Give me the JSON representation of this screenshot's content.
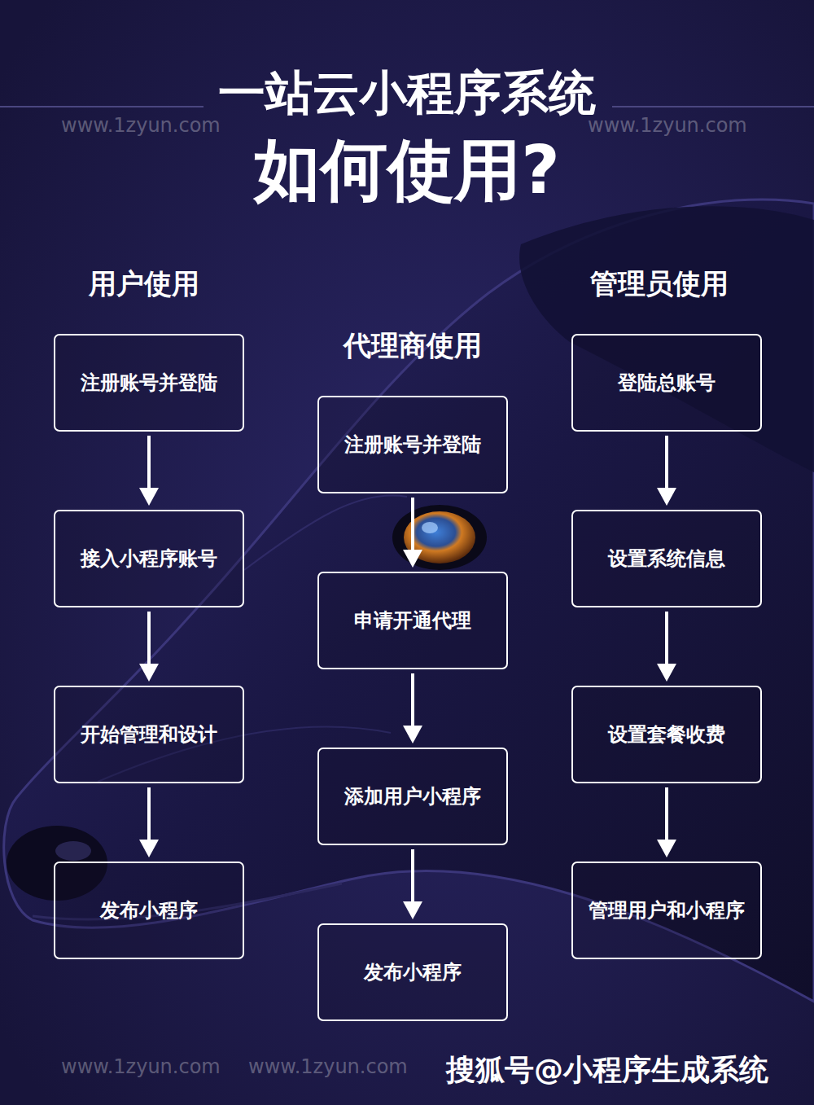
{
  "diagram": {
    "title": "一站云小程序系统",
    "nodes": [
      {
        "text": [
          "注册账号并登陆"
        ]
      },
      {
        "text": [
          "接入小程序账号"
        ]
      },
      {
        "text": [
          "开始管理和设计"
        ]
      },
      {
        "text": [
          "发布小程序"
        ]
      },
      {
        "text": [
          "注册账号并登陆"
        ]
      },
      {
        "text": [
          "申请开通代理"
        ]
      },
      {
        "text": [
          "添加用户小程序"
        ]
      },
      {
        "text": [
          "发布小程序"
        ]
      },
      {
        "text": [
          "登陆总账号"
        ]
      },
      {
        "text": [
          "设置系统信息"
        ]
      },
      {
        "text": [
          "设置套餐收费"
        ]
      },
      {
        "text": [
          "管理用户和小程序"
        ]
      }
    ],
    "edges": [
      {
        "from": 0,
        "to": 1,
        "arrow": "to"
      },
      {
        "from": 1,
        "to": 2,
        "arrow": "to"
      },
      {
        "from": 2,
        "to": 3,
        "arrow": "to"
      },
      {
        "from": 4,
        "to": 5,
        "arrow": "to"
      },
      {
        "from": 5,
        "to": 6,
        "arrow": "to"
      },
      {
        "from": 6,
        "to": 7,
        "arrow": "to"
      },
      {
        "from": 8,
        "to": 9,
        "arrow": "to"
      },
      {
        "from": 9,
        "to": 10,
        "arrow": "to"
      },
      {
        "from": 10,
        "to": 11,
        "arrow": "to"
      }
    ],
    "labels": [
      "如何使用?",
      "www.1zyun.com",
      "www.1zyun.com",
      "用户使用",
      "代理商使用",
      "管理员使用",
      "www.1zyun.com",
      "www.1zyun.com",
      "搜狐号@小程序生成系统"
    ]
  }
}
